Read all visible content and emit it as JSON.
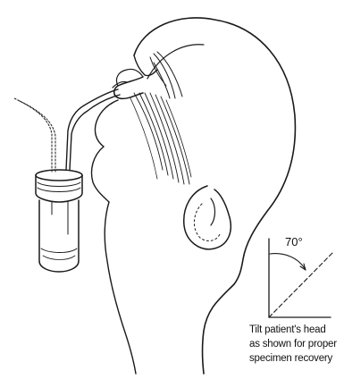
{
  "angle_label": "70°",
  "caption": {
    "line1": "Tilt patient's head",
    "line2": "as shown for proper",
    "line3": "specimen recovery"
  },
  "colors": {
    "ink": "#1a1a1a",
    "background": "#ffffff"
  }
}
